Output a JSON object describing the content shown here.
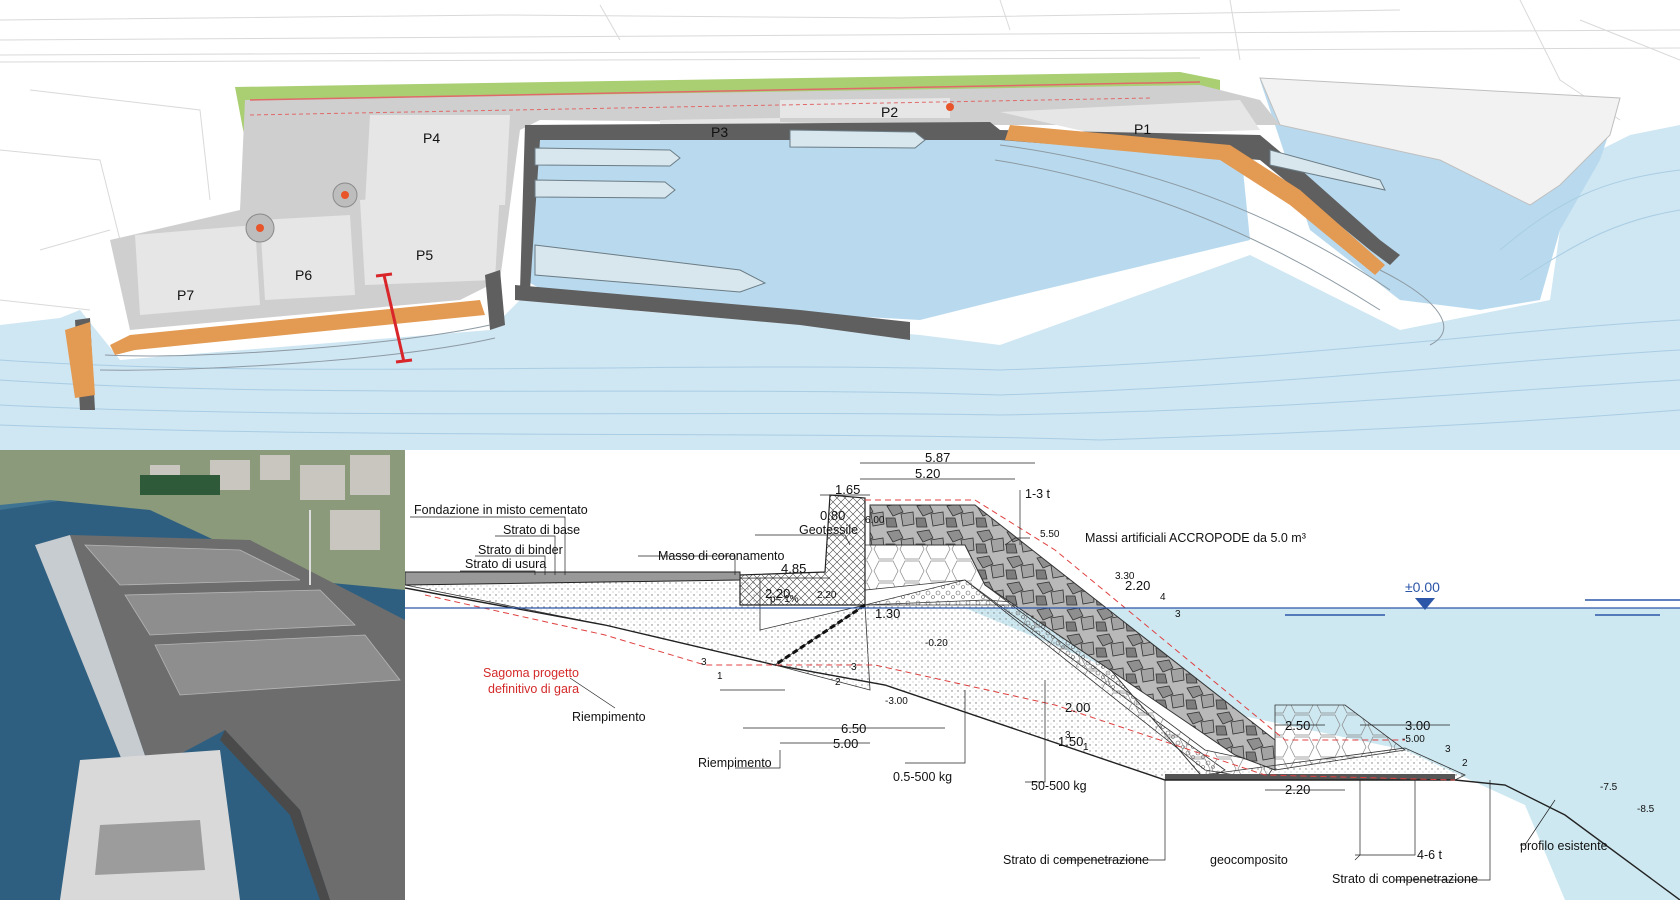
{
  "plan": {
    "parking_labels": [
      "P1",
      "P2",
      "P3",
      "P4",
      "P5",
      "P6",
      "P7"
    ],
    "colors": {
      "sea_light": "#cfe6f3",
      "sea": "#b9daee",
      "quay": "#5f5f5f",
      "revetment": "#e39a52",
      "parking": "#e6e6e6",
      "road": "#cfcfcf",
      "green": "#a9cf72",
      "section_marker": "#d8262a"
    }
  },
  "section": {
    "dimensions": {
      "d_587": "5.87",
      "d_520": "5.20",
      "d_165": "1.65",
      "d_080": "0.80",
      "d_485": "4.85",
      "d_220a": "2.20",
      "d_650": "6.50",
      "d_500": "5.00",
      "d_250": "2.50",
      "d_300": "3.00",
      "d_220b": "2.20",
      "d_200": "2.00",
      "d_150": "1.50",
      "d_220c": "2.20",
      "d_130": "1.30"
    },
    "elevations": {
      "e_600": "6.00",
      "e_550": "5.50",
      "e_330": "3.30",
      "e_220": "2.20",
      "e_020": "-0.20",
      "e_300": "-3.00",
      "e_500": "-5.00",
      "e_75": "-7.5",
      "e_85": "-8.5",
      "sea_level": "±0.00"
    },
    "slopes": {
      "s1": "3",
      "s1b": "1",
      "s2": "2",
      "s2b": "3",
      "s3": "4",
      "s3b": "3",
      "s4": "3",
      "s4b": "1",
      "s5": "3",
      "s5b": "2",
      "p_slope": "p= 1%"
    },
    "labels": {
      "fondazione": "Fondazione in misto cementato",
      "strato_base": "Strato di base",
      "strato_binder": "Strato di binder",
      "strato_usura": "Strato di usura",
      "geotessile": "Geotessile",
      "masso": "Masso di coronamento",
      "massi_art": "Massi artificiali ACCROPODE da 5.0 m³",
      "one_three": "1-3 t",
      "sagoma_1": "Sagoma progetto",
      "sagoma_2": "definitivo di gara",
      "riempimento_1": "Riempimento",
      "riempimento_2": "Riempimento",
      "kg_05_500": "0.5-500 kg",
      "kg_50_500": "50-500 kg",
      "compenetrazione_1": "Strato di compenetrazione",
      "geocomposito": "geocomposito",
      "four_six": "4-6 t",
      "compenetrazione_2": "Strato di compenetrazione",
      "profilo": "profilo esistente"
    },
    "colors": {
      "sea": "#cde8f1",
      "sea_line": "#2c56a8",
      "red_dash": "#e04040",
      "sagoma_text": "#d42a2a"
    }
  }
}
